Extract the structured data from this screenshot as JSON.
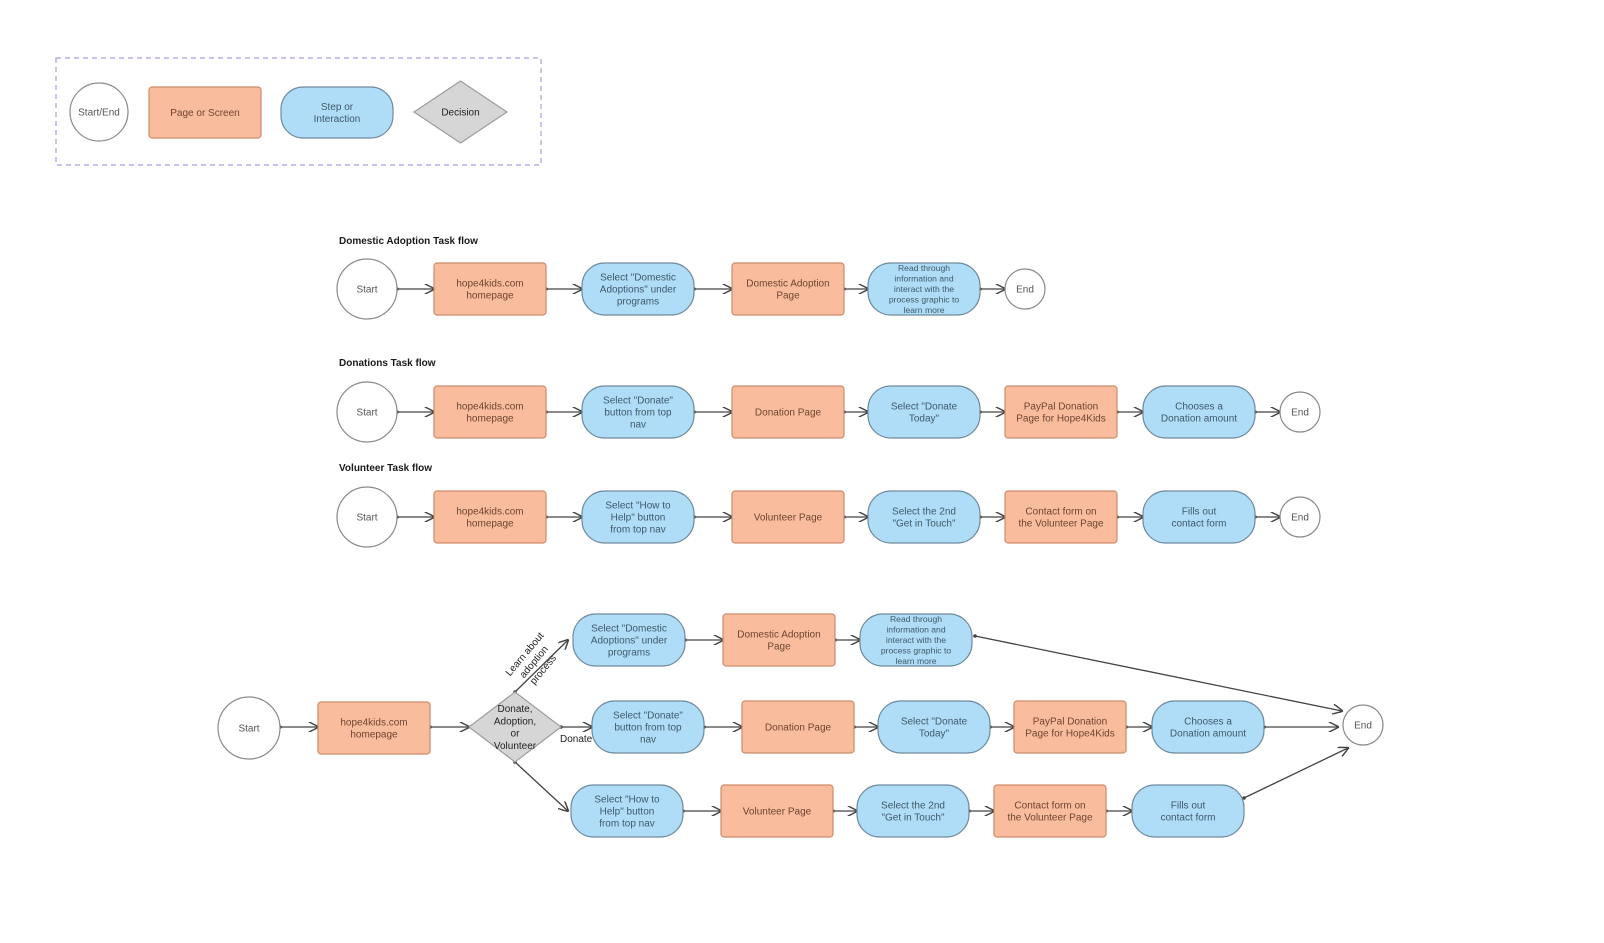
{
  "legend": {
    "start_end": "Start/End",
    "page": "Page or Screen",
    "step": "Step or Interaction",
    "decision": "Decision"
  },
  "flows": {
    "domestic": {
      "title": "Domestic Adoption Task flow",
      "nodes": [
        "Start",
        "hope4kids.com homepage",
        "Select \"Domestic Adoptions\" under programs",
        "Domestic Adoption Page",
        "Read through information and interact with the process graphic to learn more",
        "End"
      ]
    },
    "donations": {
      "title": "Donations Task flow",
      "nodes": [
        "Start",
        "hope4kids.com homepage",
        "Select \"Donate\" button from top nav",
        "Donation Page",
        "Select \"Donate Today\"",
        "PayPal Donation Page for Hope4Kids",
        "Chooses a Donation amount",
        "End"
      ]
    },
    "volunteer": {
      "title": "Volunteer Task flow",
      "nodes": [
        "Start",
        "hope4kids.com homepage",
        "Select \"How to Help\" button from top nav",
        "Volunteer Page",
        "Select the 2nd \"Get in Touch\"",
        "Contact form on the Volunteer Page",
        "Fills out contact form",
        "End"
      ]
    }
  },
  "combined": {
    "start": "Start",
    "homepage": "hope4kids.com homepage",
    "decision": "Donate, Adoption, or Volunteer",
    "branch_adoption_label": "Learn about adoption process",
    "branch_donate_label": "Donate",
    "adoption_nodes": [
      "Select \"Domestic Adoptions\" under programs",
      "Domestic Adoption Page",
      "Read through information and interact with the process graphic to learn more"
    ],
    "donate_nodes": [
      "Select \"Donate\" button from top nav",
      "Donation Page",
      "Select \"Donate Today\"",
      "PayPal Donation Page for Hope4Kids",
      "Chooses a Donation amount"
    ],
    "volunteer_nodes": [
      "Select \"How to Help\" button from top nav",
      "Volunteer Page",
      "Select the 2nd \"Get in Touch\"",
      "Contact form on the Volunteer Page",
      "Fills out contact form"
    ],
    "end": "End"
  },
  "colors": {
    "page_fill": "#f9bc9c",
    "page_stroke": "#cd8c6c",
    "step_fill": "#afdcf7",
    "step_stroke": "#6f8b9d",
    "decision_fill": "#d6d6d6",
    "decision_stroke": "#9d9d9d",
    "circle_stroke": "#8a8a8a",
    "legend_border": "#a99ce6",
    "connector": "#444444",
    "title_text": "#1a1a1a",
    "page_text": "#6e4532",
    "step_text": "#3f5a6b",
    "neutral_text": "#555555"
  }
}
